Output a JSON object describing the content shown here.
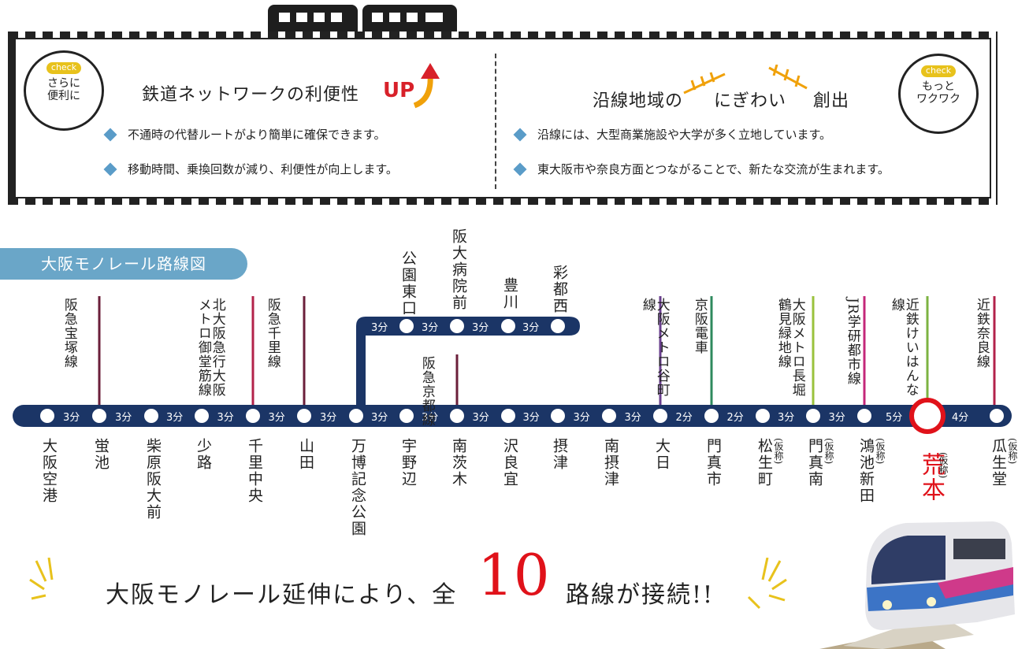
{
  "panel": {
    "left_bubble": {
      "tag": "check",
      "text1": "さらに",
      "text2": "便利に"
    },
    "left_heading": "鉄道ネットワークの利便性",
    "up_label": "UP",
    "left_bullets": [
      "不通時の代替ルートがより簡単に確保できます。",
      "移動時間、乗換回数が減り、利便性が向上します。"
    ],
    "right_heading_a": "沿線地域の",
    "right_heading_b": "にぎわい",
    "right_heading_c": "創出",
    "right_bubble": {
      "tag": "check",
      "text1": "もっと",
      "text2": "ワクワク"
    },
    "right_bullets": [
      "沿線には、大型商業施設や大学が多く立地しています。",
      "東大阪市や奈良方面とつながることで、新たな交流が生まれます。"
    ]
  },
  "map_title": "大阪モノレール路線図",
  "stations": [
    "大阪空港",
    "蛍池",
    "柴原阪大前",
    "少路",
    "千里中央",
    "山田",
    "万博記念公園",
    "宇野辺",
    "南茨木",
    "沢良宜",
    "摂津",
    "南摂津",
    "大日",
    "門真市",
    "松生町",
    "門真南",
    "鴻池新田",
    "荒本",
    "瓜生堂"
  ],
  "provisional_label": "(仮称)",
  "main_durations": [
    "3分",
    "3分",
    "3分",
    "3分",
    "3分",
    "3分",
    "3分",
    "3分",
    "3分",
    "3分",
    "3分",
    "3分",
    "2分",
    "2分",
    "3分",
    "3分",
    "5分",
    "4分"
  ],
  "branch_stations": [
    "公園東口",
    "阪大病院前",
    "豊川",
    "彩都西"
  ],
  "branch_durations": [
    "3分",
    "3分",
    "3分",
    "3分"
  ],
  "connecting_lines": [
    "阪急宝塚線",
    "北大阪急行 大阪メトロ御堂筋線",
    "阪急千里線",
    "阪急京都線",
    "大阪メトロ谷町線",
    "京阪電車",
    "大阪メトロ長堀鶴見緑地線",
    "JR学研都市線",
    "近鉄けいはんな線",
    "近鉄奈良線"
  ],
  "slogan_a": "大阪モノレール延伸により、全",
  "slogan_num": "10",
  "slogan_b": "路線が接続!!",
  "colors": {
    "line": "#1b3566",
    "accent": "#e0121a",
    "badge": "#6aa6c8"
  }
}
